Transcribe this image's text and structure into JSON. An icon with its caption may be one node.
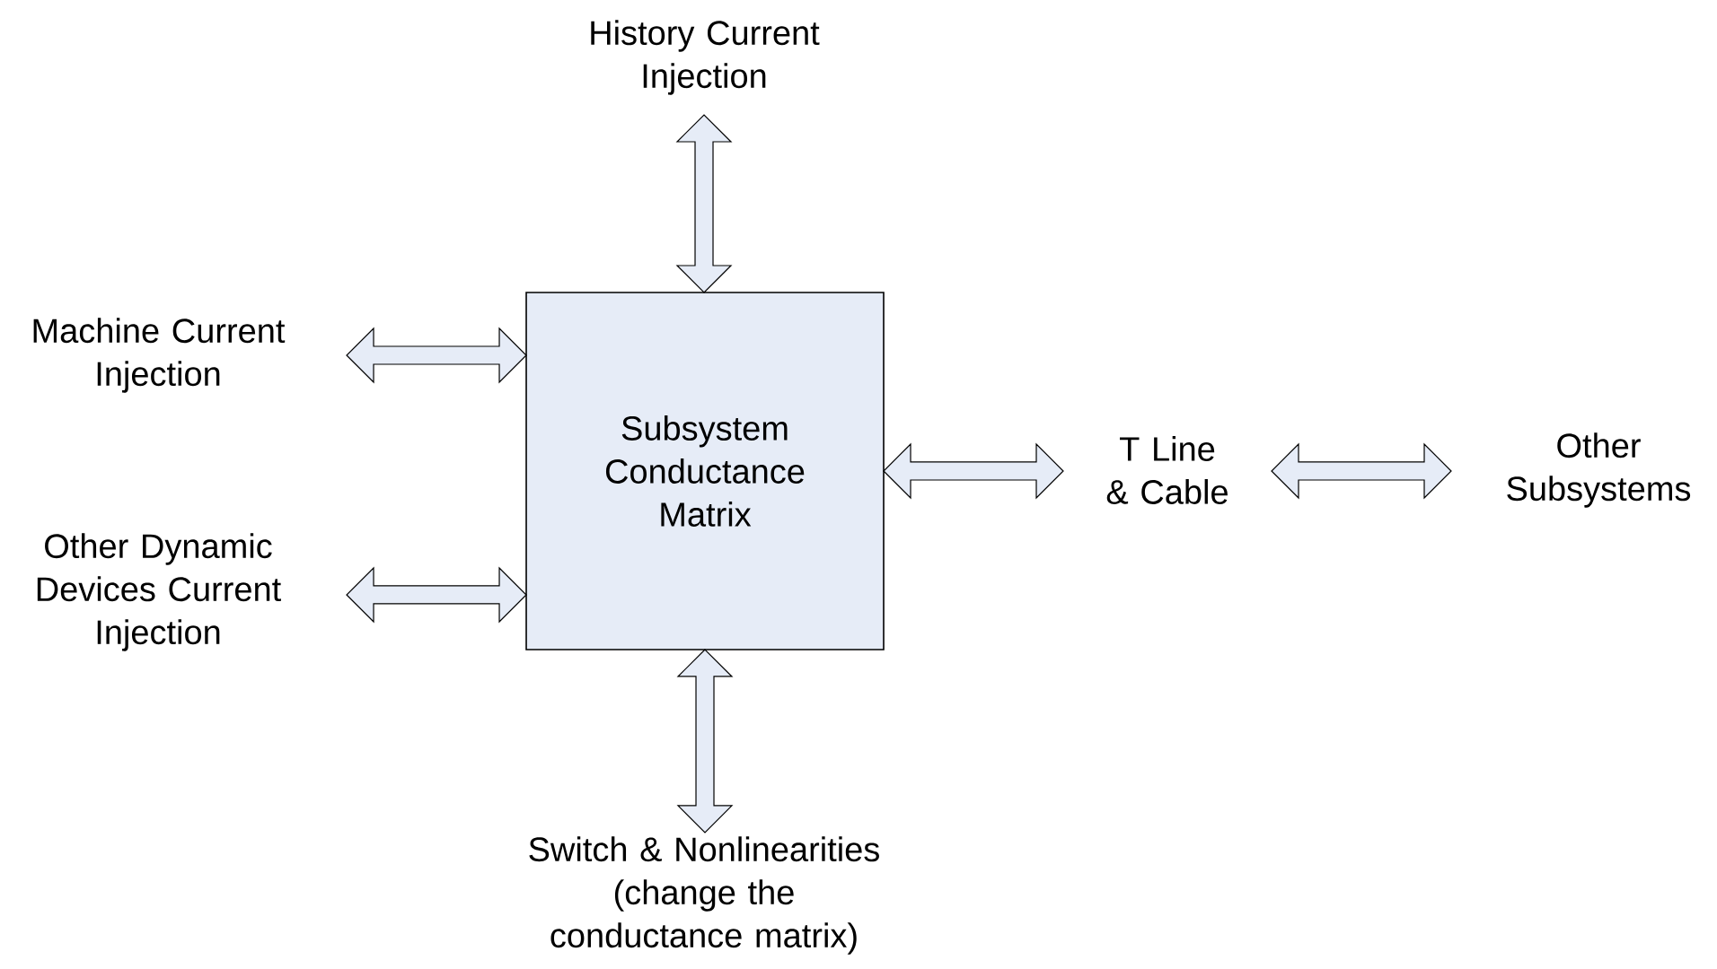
{
  "diagram": {
    "nodes": [
      {
        "text": [
          "Subsystem Conductance Matrix"
        ]
      },
      {
        "text": [
          "History Current Injection"
        ]
      },
      {
        "text": [
          "Machine Current Injection"
        ]
      },
      {
        "text": [
          "Other Dynamic Devices Current Injection"
        ]
      },
      {
        "text": [
          "T Line & Cable"
        ]
      },
      {
        "text": [
          "Other Subsystems"
        ]
      },
      {
        "text": [
          "Switch & Nonlinearities (change the conductance matrix)"
        ]
      }
    ],
    "edges": [
      {
        "from": 0,
        "to": 1,
        "arrow": "both"
      },
      {
        "from": 2,
        "to": 0,
        "arrow": "both"
      },
      {
        "from": 3,
        "to": 0,
        "arrow": "both"
      },
      {
        "from": 0,
        "to": 4,
        "arrow": "both"
      },
      {
        "from": 4,
        "to": 5,
        "arrow": "both"
      },
      {
        "from": 0,
        "to": 6,
        "arrow": "both"
      }
    ]
  }
}
